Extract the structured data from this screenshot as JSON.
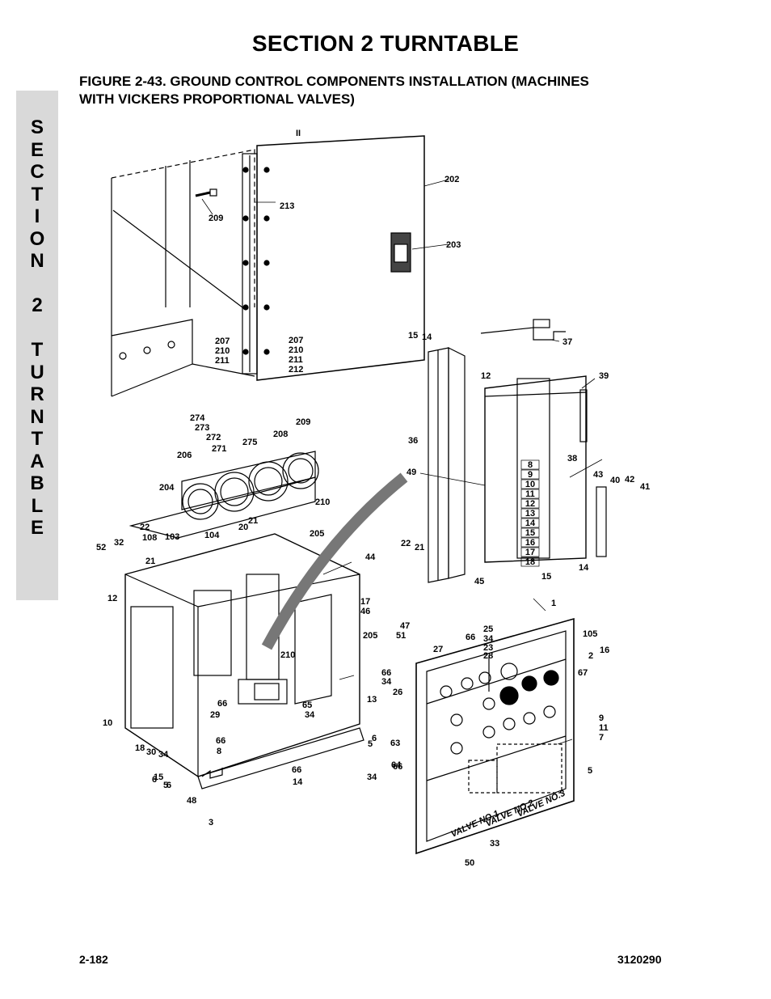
{
  "header": {
    "section_title": "SECTION 2  TURNTABLE",
    "figure_line1": "FIGURE 2-43.  GROUND CONTROL COMPONENTS INSTALLATION (MACHINES",
    "figure_line2": "WITH VICKERS PROPORTIONAL VALVES)"
  },
  "side_tab": {
    "letters": [
      "S",
      "E",
      "C",
      "T",
      "I",
      "O",
      "N",
      "",
      "2",
      "",
      "T",
      "U",
      "R",
      "N",
      "T",
      "A",
      "B",
      "L",
      "E"
    ]
  },
  "diagram": {
    "callouts": [
      "II",
      "202",
      "213",
      "209",
      "203",
      "207",
      "210",
      "211",
      "207",
      "210",
      "211",
      "212",
      "15",
      "14",
      "12",
      "37",
      "39",
      "274",
      "273",
      "272",
      "271",
      "275",
      "208",
      "209",
      "206",
      "204",
      "210",
      "205",
      "36",
      "49",
      "38",
      "43",
      "40",
      "42",
      "41",
      "22",
      "21",
      "20",
      "21",
      "52",
      "32",
      "108",
      "103",
      "104",
      "22",
      "21",
      "15",
      "14",
      "45",
      "44",
      "12",
      "17",
      "46",
      "210",
      "205",
      "47",
      "51",
      "1",
      "105",
      "2",
      "16",
      "27",
      "66",
      "23",
      "25",
      "34",
      "28",
      "67",
      "66",
      "34",
      "26",
      "66",
      "65",
      "34",
      "29",
      "10",
      "13",
      "9",
      "11",
      "7",
      "18",
      "30",
      "34",
      "66",
      "8",
      "6",
      "5",
      "6",
      "5",
      "63",
      "66",
      "34",
      "64",
      "66",
      "14",
      "15",
      "6",
      "5",
      "48",
      "3",
      "33",
      "50",
      "4",
      "VALVE NO.1",
      "VALVE NO.2",
      "VALVE NO.3"
    ],
    "terminal_numbers": [
      "8",
      "9",
      "10",
      "11",
      "12",
      "13",
      "14",
      "15",
      "16",
      "17",
      "18"
    ]
  },
  "footer": {
    "page_number": "2-182",
    "doc_number": "3120290"
  }
}
